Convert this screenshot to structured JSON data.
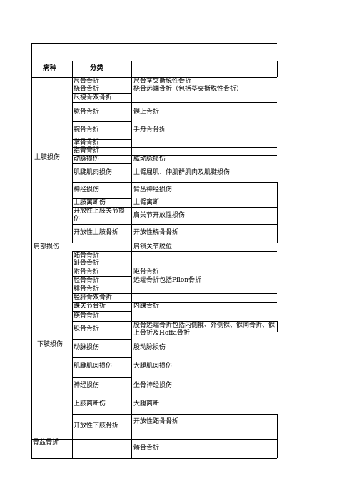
{
  "header": {
    "col1": "病种",
    "col2": "分类"
  },
  "upper": {
    "group": "上肢损伤",
    "rows": [
      {
        "cat": "尺骨骨折",
        "detail": "尺骨茎突撕脱性骨折"
      },
      {
        "cat": "桡骨骨折",
        "detail": "桡骨远端骨折（包括茎突撕脱性骨折）"
      },
      {
        "cat": "尺桡骨双骨折",
        "detail": ""
      },
      {
        "cat": "肱骨骨折",
        "detail": "髁上骨折"
      },
      {
        "cat": "腕骨骨折",
        "detail": "手舟骨骨折"
      },
      {
        "cat": "掌骨骨折",
        "detail": ""
      },
      {
        "cat": "指骨骨折",
        "detail": ""
      },
      {
        "cat": "动脉损伤",
        "detail": "肱动脉损伤"
      },
      {
        "cat": "肌腱肌肉损伤",
        "detail": "上臂屈肌、伸肌群肌肉及肌腱损伤"
      },
      {
        "cat": "神经损伤",
        "detail": "臂丛神经损伤"
      },
      {
        "cat": "上肢离断伤",
        "detail": "上臂离断"
      },
      {
        "cat": "开放性上肢关节损伤",
        "detail": "肩关节开放性损伤"
      },
      {
        "cat": "开放性上肢骨折",
        "detail": "开放性桡骨骨折"
      }
    ]
  },
  "shoulder": {
    "group": "肩部损伤",
    "detail": "肩锁关节脱位"
  },
  "lower": {
    "group": "下肢损伤",
    "rows": [
      {
        "cat": "跖骨骨折",
        "detail": ""
      },
      {
        "cat": "趾骨骨折",
        "detail": ""
      },
      {
        "cat": "跗骨骨折",
        "detail": "距骨骨折"
      },
      {
        "cat": "胫骨骨折",
        "detail": "远端骨折包括Pilon骨折"
      },
      {
        "cat": "腓骨骨折",
        "detail": ""
      },
      {
        "cat": "胫腓骨双骨折",
        "detail": ""
      },
      {
        "cat": "踝关节骨折",
        "detail": "内踝骨折"
      },
      {
        "cat": "髌骨骨折",
        "detail": ""
      },
      {
        "cat": "股骨骨折",
        "detail": "股骨远端骨折包括内侧髁、外侧髁、髁间骨折、髁上骨折及Hoffa骨折"
      },
      {
        "cat": "动脉损伤",
        "detail": "股动脉损伤"
      },
      {
        "cat": "肌腱肌肉损伤",
        "detail": "大腿肌肉损伤"
      },
      {
        "cat": "神经损伤",
        "detail": "坐骨神经损伤"
      },
      {
        "cat": "上肢离断伤",
        "detail": "大腿离断"
      },
      {
        "cat": "开放性下肢骨折",
        "detail": "开放性跖骨骨折"
      }
    ]
  },
  "pelvis": {
    "group": "骨盆骨折",
    "detail": "髂骨骨折"
  }
}
